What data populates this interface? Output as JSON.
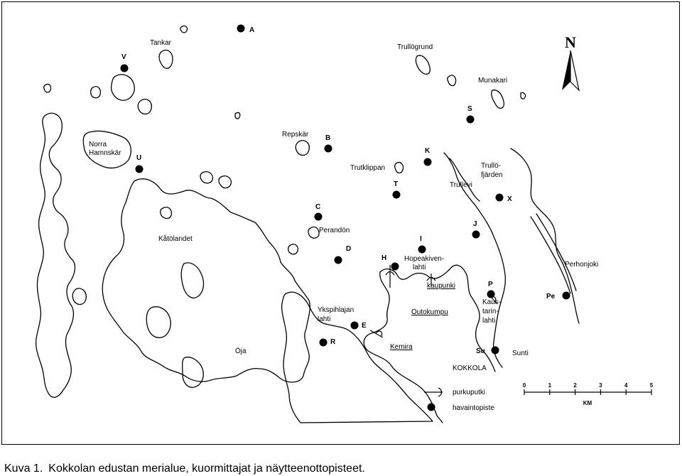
{
  "caption": {
    "number": "Kuva 1.",
    "text": "Kokkolan edustan merialue, kuormittajat ja näytteenottopisteet."
  },
  "compass": {
    "label": "N"
  },
  "places": [
    {
      "name": "Tankar"
    },
    {
      "name": "Trullögrund"
    },
    {
      "name": "Munakari"
    },
    {
      "name": "Norra"
    },
    {
      "name": "Hamnskär"
    },
    {
      "name": "Repskär"
    },
    {
      "name": "Trutklippan"
    },
    {
      "name": "Trullö-"
    },
    {
      "name": "fjärden"
    },
    {
      "name": "Trullevi"
    },
    {
      "name": "Kåtölandet"
    },
    {
      "name": "Perandön"
    },
    {
      "name": "Hopeakiven-"
    },
    {
      "name": "lahti"
    },
    {
      "name": "kaupunki"
    },
    {
      "name": "Perhonjoki"
    },
    {
      "name": "Ykspihlajan"
    },
    {
      "name": "lahti"
    },
    {
      "name": "Outokumpu"
    },
    {
      "name": "Kaus-"
    },
    {
      "name": "tarin-"
    },
    {
      "name": "lahti"
    },
    {
      "name": "Öja"
    },
    {
      "name": "Kemira"
    },
    {
      "name": "Sunti"
    },
    {
      "name": "KOKKOLA"
    }
  ],
  "stations": [
    {
      "code": "A"
    },
    {
      "code": "V"
    },
    {
      "code": "S"
    },
    {
      "code": "U"
    },
    {
      "code": "B"
    },
    {
      "code": "K"
    },
    {
      "code": "T"
    },
    {
      "code": "X"
    },
    {
      "code": "C"
    },
    {
      "code": "J"
    },
    {
      "code": "I"
    },
    {
      "code": "D"
    },
    {
      "code": "H"
    },
    {
      "code": "P"
    },
    {
      "code": "Pe"
    },
    {
      "code": "E"
    },
    {
      "code": "R"
    },
    {
      "code": "Su"
    }
  ],
  "legend": {
    "discharge_pipe": "purkuputki",
    "sampling_point": "havaintopiste"
  },
  "scale": {
    "ticks": [
      "0",
      "1",
      "2",
      "3",
      "4",
      "5"
    ],
    "unit": "KM"
  }
}
